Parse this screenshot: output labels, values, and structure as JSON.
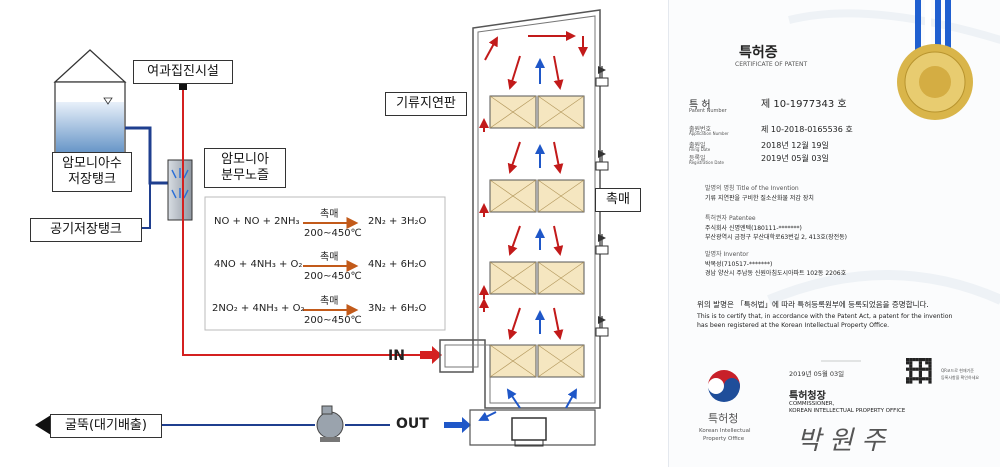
{
  "diagram": {
    "labels": {
      "ammonia_tank": "암모니아수\n저장탱크",
      "air_tank": "공기저장탱크",
      "dust_collector": "여과집진시설",
      "ammonia_nozzle": "암모니아\n분무노즐",
      "flow_guide": "기류지연판",
      "catalyst": "촉매",
      "inlet": "IN",
      "outlet": "OUT",
      "stack": "굴뚝(대기배출)"
    },
    "reactions": [
      {
        "lhs": "NO + NO + 2NH₃",
        "catalyst": "촉매",
        "temp": "200~450℃",
        "rhs": "2N₂ + 3H₂O"
      },
      {
        "lhs": "4NO + 4NH₃ + O₂",
        "catalyst": "촉매",
        "temp": "200~450℃",
        "rhs": "4N₂ + 6H₂O"
      },
      {
        "lhs": "2NO₂ + 4NH₃ + O₂",
        "catalyst": "촉매",
        "temp": "200~450℃",
        "rhs": "3N₂ + 6H₂O"
      }
    ]
  },
  "certificate": {
    "title": "특허증",
    "subtitle": "CERTIFICATE OF PATENT",
    "patent_label": "특 허",
    "patent_label_en": "Patent Number",
    "patent_no": "제 10-1977343 호",
    "rows": [
      {
        "label": "출원번호",
        "label_en": "Application Number",
        "value": "제 10-2018-0165536 호"
      },
      {
        "label": "출원일",
        "label_en": "Filing Date",
        "value": "2018년  12월  19일"
      },
      {
        "label": "등록일",
        "label_en": "Registration Date",
        "value": "2019년  05월  03일"
      }
    ],
    "invention_label": "발명의 명칭  Title of the Invention",
    "invention": "기류 지연판을 구비한 질소산화물 저감 장치",
    "patentee_label": "특허권자  Patentee",
    "patentee_1": "주식회사 신명엔텍(180111-*******)",
    "patentee_2": "부산광역시 금정구 부산대학로63번길 2, 413호(장전동)",
    "inventor_label": "발명자  Inventor",
    "inventor_1": "박복성(710517-*******)",
    "inventor_2": "경남 양산시 주남동 신원아침도시아파트 102동 2206호",
    "statement_ko": "위의 발명은 「특허법」에 따라 특허등록원부에 등록되었음을 증명합니다.",
    "statement_en_1": "This is to certify that, in accordance with the Patent Act, a patent for the invention",
    "statement_en_2": "has been registered at the Korean Intellectual Property Office.",
    "date": "2019년 05월 03일",
    "qr_note_1": "QR코드로 현재기준",
    "qr_note_2": "등록사항을 확인하세요",
    "office_ko": "특허청",
    "office_en_1": "Korean Intellectual",
    "office_en_2": "Property Office",
    "commissioner_ko": "특허청장",
    "commissioner_en_1": "COMMISSIONER,",
    "commissioner_en_2": "KOREAN INTELLECTUAL PROPERTY OFFICE",
    "signature": "박 원 주"
  },
  "colors": {
    "pipe_blue": "#1f3f8f",
    "pipe_red": "#d42020",
    "arrow_red": "#c21a1a",
    "arrow_blue": "#1f57c8",
    "catalyst_fill": "#f5e6c0",
    "tank_water": "#6e9ccc",
    "seal_gold": "#d9b54a",
    "ribbon_blue": "#1f5fd0"
  }
}
